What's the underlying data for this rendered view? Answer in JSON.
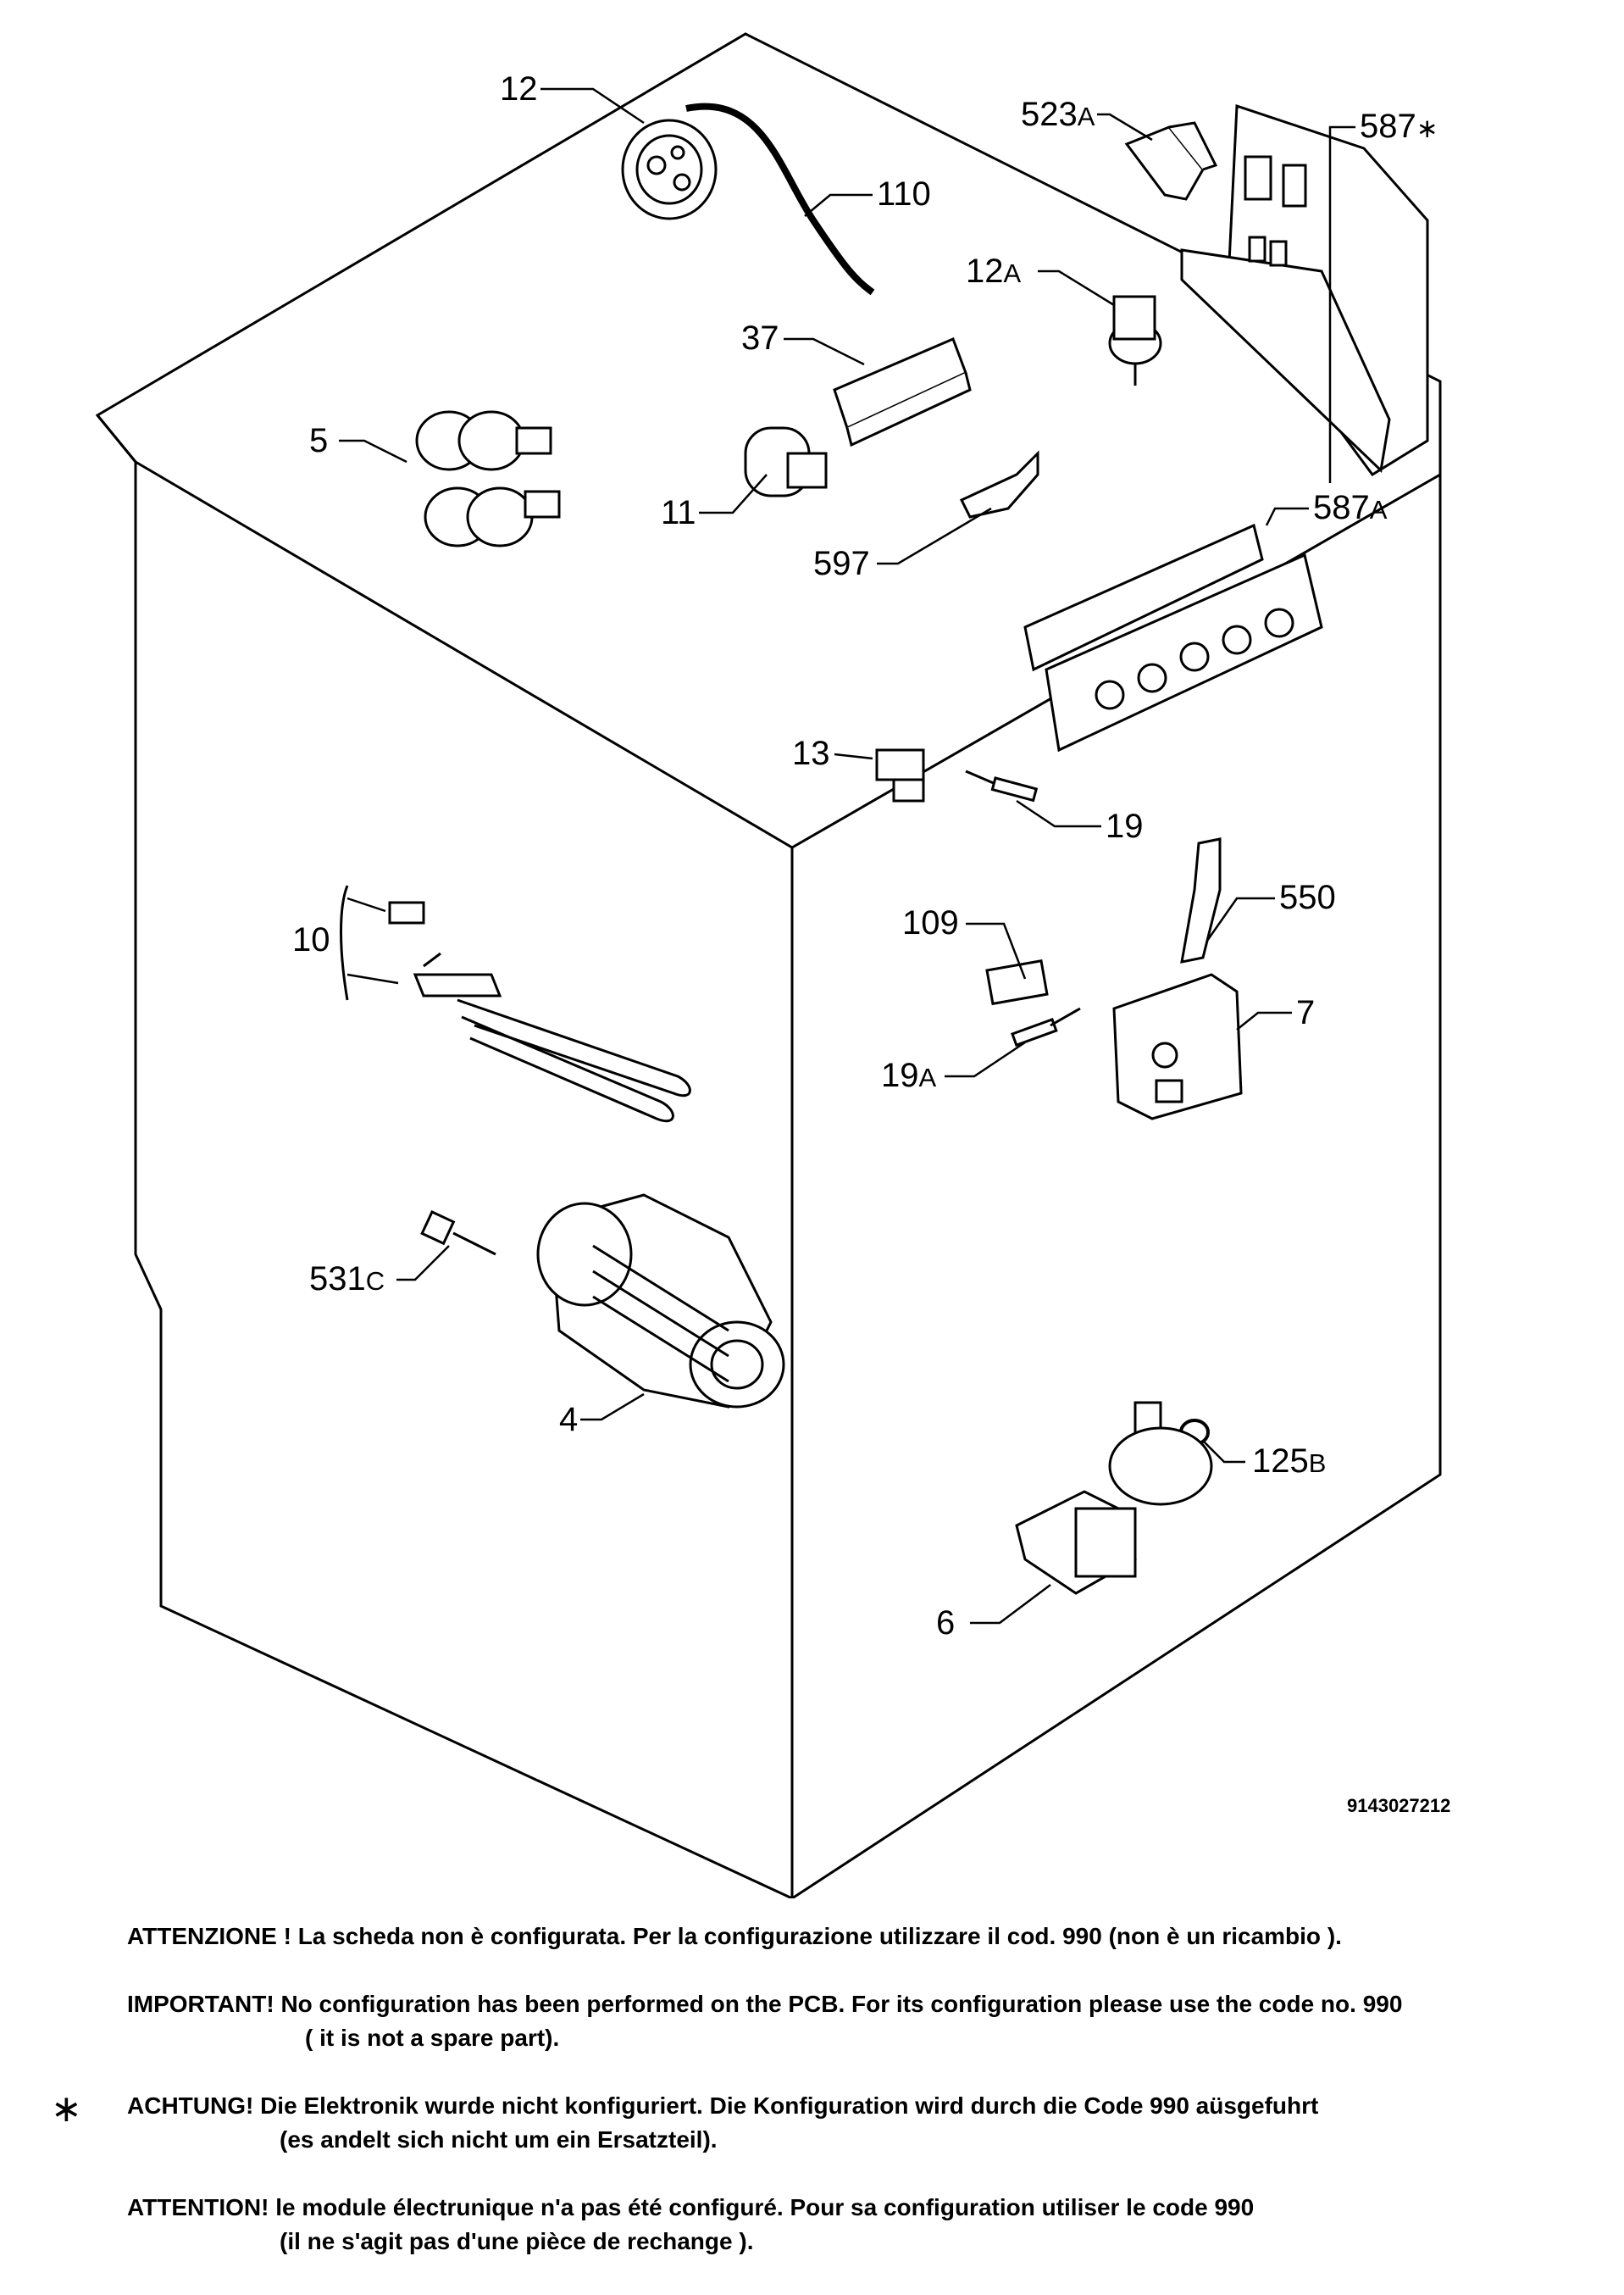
{
  "diagram": {
    "drawing_code": "9143027212",
    "callouts": {
      "p12": {
        "num": "12",
        "sfx": ""
      },
      "p110": {
        "num": "110",
        "sfx": ""
      },
      "p523a": {
        "num": "523",
        "sfx": "A"
      },
      "p587s": {
        "num": "587",
        "sfx": "∗"
      },
      "p12a": {
        "num": "12",
        "sfx": "A"
      },
      "p37": {
        "num": "37",
        "sfx": ""
      },
      "p5": {
        "num": "5",
        "sfx": ""
      },
      "p11": {
        "num": "11",
        "sfx": ""
      },
      "p597": {
        "num": "597",
        "sfx": ""
      },
      "p587a": {
        "num": "587",
        "sfx": "A"
      },
      "p13": {
        "num": "13",
        "sfx": ""
      },
      "p19": {
        "num": "19",
        "sfx": ""
      },
      "p10": {
        "num": "10",
        "sfx": ""
      },
      "p109": {
        "num": "109",
        "sfx": ""
      },
      "p550": {
        "num": "550",
        "sfx": ""
      },
      "p7": {
        "num": "7",
        "sfx": ""
      },
      "p19a": {
        "num": "19",
        "sfx": "A"
      },
      "p531c": {
        "num": "531",
        "sfx": "C"
      },
      "p4": {
        "num": "4",
        "sfx": ""
      },
      "p125b": {
        "num": "125",
        "sfx": "B"
      },
      "p6": {
        "num": "6",
        "sfx": ""
      }
    }
  },
  "notes": {
    "it": {
      "line1": "ATTENZIONE ! La scheda non è  configurata. Per la configurazione utilizzare il cod. 990 (non è un ricambio )."
    },
    "en": {
      "line1": "IMPORTANT! No configuration has been performed on the PCB. For its configuration please use the code no. 990",
      "line2": "( it is not a spare part)."
    },
    "de": {
      "marker": "∗",
      "line1": "ACHTUNG! Die Elektronik wurde nicht konfiguriert. Die Konfiguration wird durch die Code 990 aüsgefuhrt",
      "line2": "(es andelt sich nicht um ein Ersatzteil)."
    },
    "fr": {
      "line1": "ATTENTION! le module électrunique n'a pas été configuré. Pour  sa configuration utiliser le code 990",
      "line2": "(il ne s'agit pas d'une pièce de rechange )."
    }
  }
}
